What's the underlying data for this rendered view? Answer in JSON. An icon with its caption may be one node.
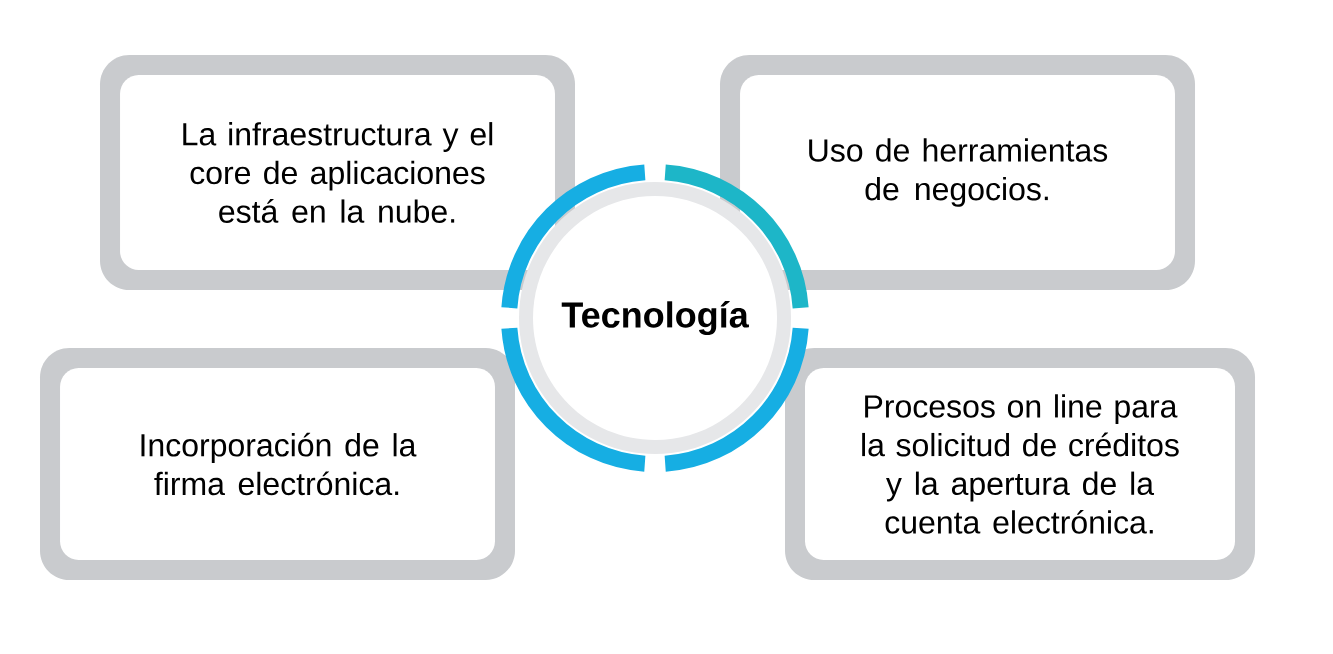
{
  "diagram": {
    "nodes": [
      {
        "text": [
          "Tecnología"
        ]
      },
      {
        "text": [
          "La infraestructura y el core de aplicaciones está en la nube."
        ]
      },
      {
        "text": [
          "Uso de herramientas de negocios."
        ]
      },
      {
        "text": [
          "Incorporación de la firma electrónica."
        ]
      },
      {
        "text": [
          "Procesos on line para la solicitud de créditos y la apertura de la cuenta electrónica."
        ]
      }
    ]
  }
}
